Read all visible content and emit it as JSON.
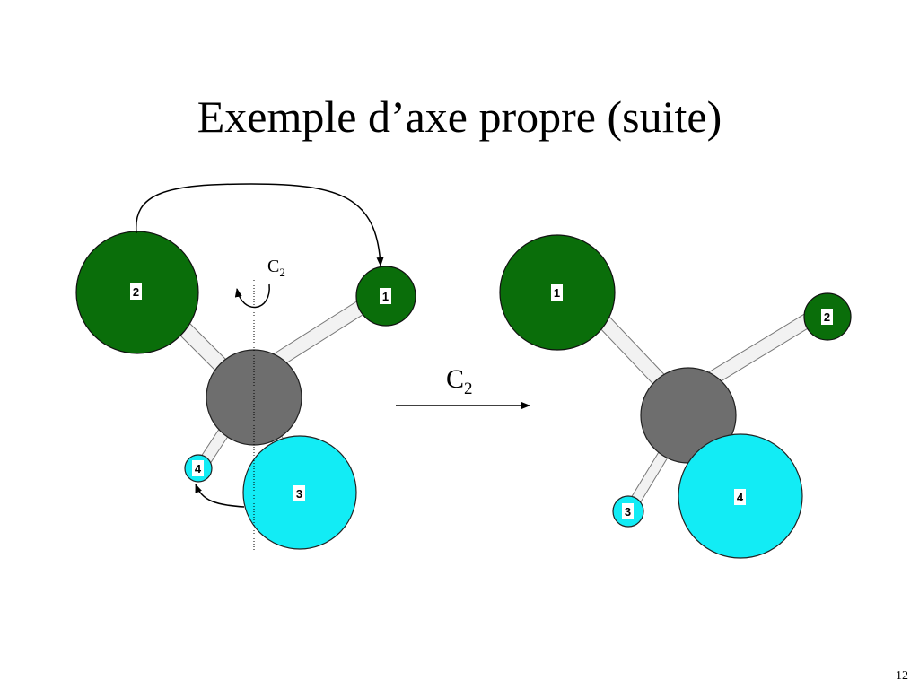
{
  "title": "Exemple d’axe propre (suite)",
  "page_number": "12",
  "colors": {
    "green": "#0a6e0a",
    "cyan": "#12ecf5",
    "center": "#6e6e6e",
    "bond": "#f2f2f2"
  },
  "axis_symbol": {
    "letter": "C",
    "subscript": "2"
  },
  "operation_symbol": {
    "letter": "C",
    "subscript": "2"
  },
  "molecule_before": {
    "large_green": "2",
    "small_green": "1",
    "large_cyan": "3",
    "small_cyan": "4"
  },
  "molecule_after": {
    "large_green": "1",
    "small_green": "2",
    "large_cyan": "4",
    "small_cyan": "3"
  }
}
